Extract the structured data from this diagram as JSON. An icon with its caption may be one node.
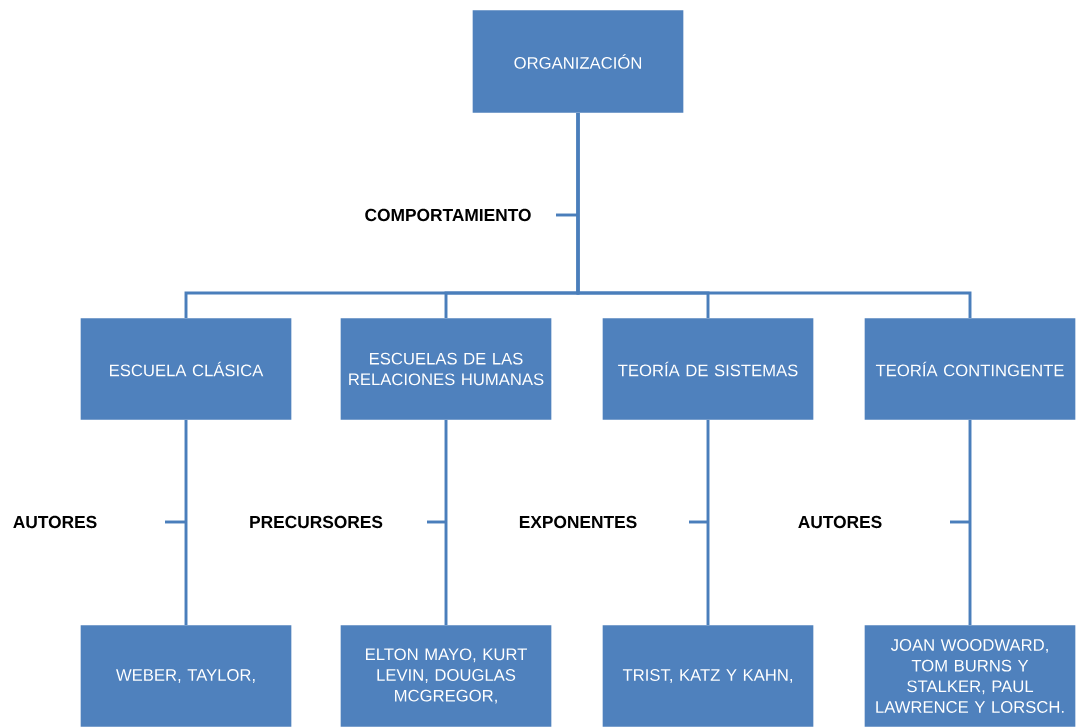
{
  "diagram": {
    "nodes": [
      {
        "text": [
          "ORGANIZACIÓN"
        ]
      },
      {
        "text": [
          "ESCUELA CLÁSICA"
        ]
      },
      {
        "text": [
          "ESCUELAS DE LAS RELACIONES HUMANAS"
        ]
      },
      {
        "text": [
          "TEORÍA DE SISTEMAS"
        ]
      },
      {
        "text": [
          "TEORÍA CONTINGENTE"
        ]
      },
      {
        "text": [
          "WEBER, TAYLOR,"
        ]
      },
      {
        "text": [
          "ELTON MAYO, KURT LEVIN, DOUGLAS MCGREGOR,"
        ]
      },
      {
        "text": [
          "TRIST,  KATZ Y KAHN,"
        ]
      },
      {
        "text": [
          "JOAN WOODWARD, TOM BURNS Y  STALKER, PAUL LAWRENCE  Y LORSCH."
        ]
      }
    ],
    "edges": [
      {
        "from": 0,
        "to": 1,
        "arrow": "none"
      },
      {
        "from": 0,
        "to": 2,
        "arrow": "none"
      },
      {
        "from": 0,
        "to": 3,
        "arrow": "none"
      },
      {
        "from": 0,
        "to": 4,
        "arrow": "none"
      },
      {
        "from": 1,
        "to": 5,
        "arrow": "none"
      },
      {
        "from": 2,
        "to": 6,
        "arrow": "none"
      },
      {
        "from": 3,
        "to": 7,
        "arrow": "none"
      },
      {
        "from": 4,
        "to": 8,
        "arrow": "none"
      }
    ],
    "labels": [
      "COMPORTAMIENTO",
      "AUTORES",
      "PRECURSORES",
      "EXPONENTES",
      "AUTORES"
    ]
  }
}
